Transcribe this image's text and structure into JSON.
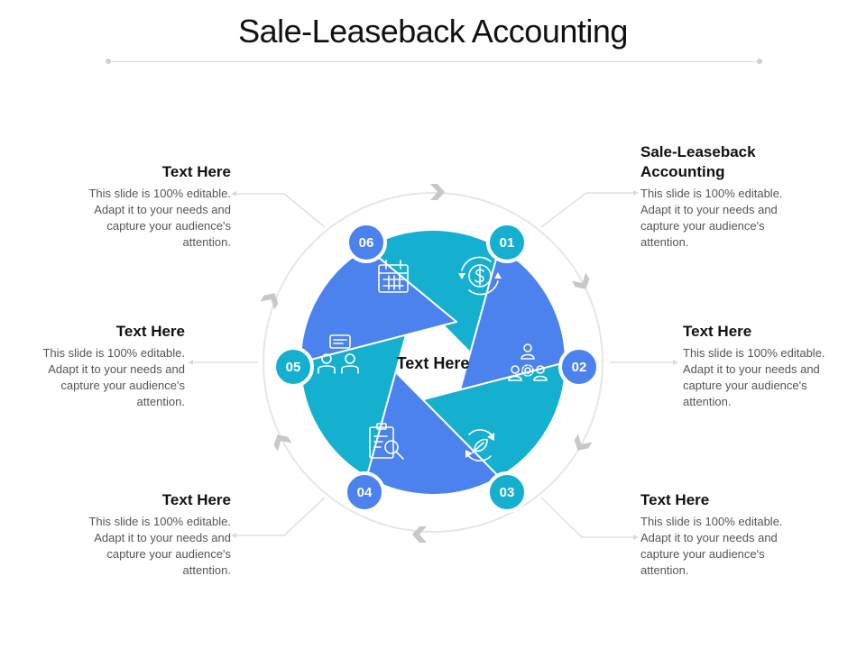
{
  "title": "Sale-Leaseback Accounting",
  "center_label": "Text Here",
  "colors": {
    "teal": "#15b0cf",
    "blue": "#4b82ee",
    "connector": "#d9d9d9",
    "arrow": "#c8c8c8"
  },
  "segments": [
    {
      "number": "01",
      "color": "teal",
      "icon": "dollar-cycle-icon",
      "heading": "Sale-Leaseback Accounting",
      "body": "This slide is 100% editable. Adapt it to your needs and capture your audience's attention."
    },
    {
      "number": "02",
      "color": "blue",
      "icon": "team-gear-icon",
      "heading": "Text Here",
      "body": "This slide is 100% editable. Adapt it to your needs and capture your audience's attention."
    },
    {
      "number": "03",
      "color": "teal",
      "icon": "refresh-leaf-icon",
      "heading": "Text Here",
      "body": "This slide is 100% editable. Adapt it to your needs and capture your audience's attention."
    },
    {
      "number": "04",
      "color": "blue",
      "icon": "clipboard-search-icon",
      "heading": "Text Here",
      "body": "This slide is 100% editable. Adapt it to your needs and capture your audience's attention."
    },
    {
      "number": "05",
      "color": "teal",
      "icon": "meeting-chat-icon",
      "heading": "Text Here",
      "body": "This slide is 100% editable. Adapt it to your needs and capture your audience's attention."
    },
    {
      "number": "06",
      "color": "blue",
      "icon": "calendar-icon",
      "heading": "Text Here",
      "body": "This slide is 100% editable. Adapt it to your needs and capture your audience's attention."
    }
  ]
}
